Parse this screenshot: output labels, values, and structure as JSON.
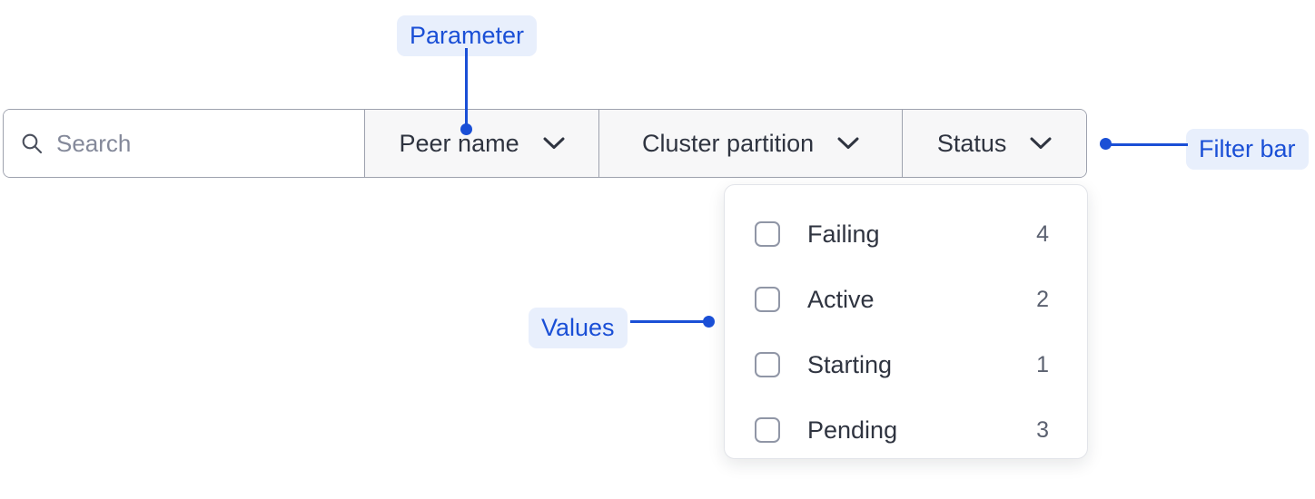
{
  "filter_bar": {
    "search": {
      "icon": "search-icon",
      "placeholder": "Search",
      "value": ""
    },
    "segments": [
      {
        "label": "Peer name",
        "icon": "chevron-down-icon"
      },
      {
        "label": "Cluster partition",
        "icon": "chevron-down-icon"
      },
      {
        "label": "Status",
        "icon": "chevron-down-icon"
      }
    ]
  },
  "dropdown": {
    "options": [
      {
        "label": "Failing",
        "count": "4",
        "checked": false
      },
      {
        "label": "Active",
        "count": "2",
        "checked": false
      },
      {
        "label": "Starting",
        "count": "1",
        "checked": false
      },
      {
        "label": "Pending",
        "count": "3",
        "checked": false
      }
    ]
  },
  "annotations": {
    "parameter": "Parameter",
    "values": "Values",
    "filter_bar": "Filter bar",
    "accent_color": "#1a4fd6",
    "pill_background": "#e8effc"
  }
}
